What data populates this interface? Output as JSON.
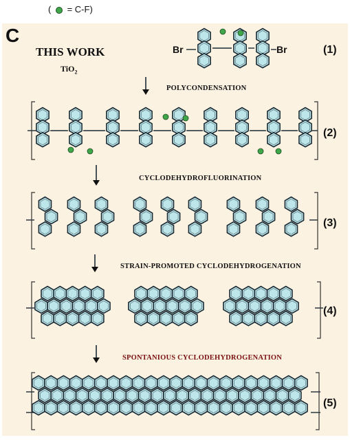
{
  "legend": {
    "prefix": "(",
    "equals": "= C-F)"
  },
  "panel_letter": "C",
  "heading": "THIS WORK",
  "catalyst": {
    "base": "TiO",
    "sub": "2"
  },
  "bromine": {
    "left": "Br",
    "right": "Br"
  },
  "steps": [
    {
      "label": "POLYCONDENSATION"
    },
    {
      "label": "CYCLODEHYDROFLUORINATION"
    },
    {
      "label": "STRAIN-PROMOTED CYCLODEHYDROGENATION"
    },
    {
      "label": "SPONTANIOUS CYCLODEHYDROGENATION"
    }
  ],
  "compound_numbers": [
    "(1)",
    "(2)",
    "(3)",
    "(4)",
    "(5)"
  ],
  "colors": {
    "hexagon_fill": "#bde6ea",
    "hexagon_stroke": "#1b2a33",
    "fluorine": "#3fa64a",
    "background": "#fbf2e2",
    "spontaneous_label": "#7a1010"
  }
}
